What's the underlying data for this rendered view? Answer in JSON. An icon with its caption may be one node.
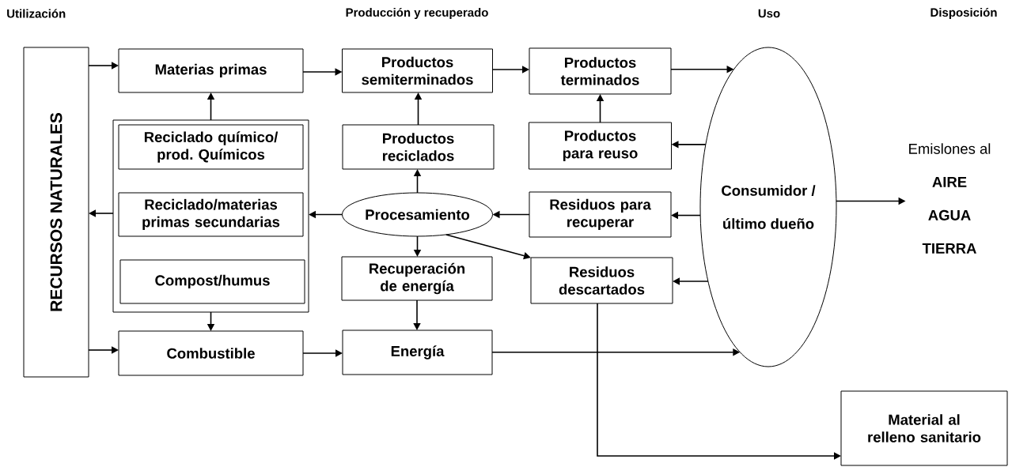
{
  "diagram": {
    "nodes": [
      {
        "text": [
          "RECURSOS NATURALES"
        ]
      },
      {
        "text": [
          "Materias primas"
        ]
      },
      {
        "text": [],
        "shape": "box"
      },
      {
        "text": [
          "Reciclado químico/ prod. Químicos"
        ],
        "in": 2
      },
      {
        "text": [
          "Reciclado/materias primas secundarias"
        ],
        "in": 2
      },
      {
        "text": [
          "Compost/humus"
        ],
        "in": 2
      },
      {
        "text": [
          "Combustible"
        ]
      },
      {
        "text": [
          "Productos semiterminados"
        ]
      },
      {
        "text": [
          "Productos reciclados"
        ]
      },
      {
        "text": [
          "Procesamiento"
        ]
      },
      {
        "text": [
          "Recuperación de energía"
        ]
      },
      {
        "text": [
          "Energía"
        ]
      },
      {
        "text": [
          "Productos terminados"
        ]
      },
      {
        "text": [
          "Productos para reuso"
        ]
      },
      {
        "text": [
          "Residuos para recuperar"
        ]
      },
      {
        "text": [
          "Residuos descartados"
        ]
      },
      {
        "text": [
          "Consumidor / último dueño"
        ]
      },
      {
        "text": [
          "Emislones al",
          "AIRE",
          "AGUA",
          "TIERRA"
        ]
      },
      {
        "text": [
          "Material al relleno sanitario"
        ]
      }
    ],
    "edges": [
      {
        "from": 0,
        "to": 1,
        "arrow": "to"
      },
      {
        "from": 0,
        "to": 6,
        "arrow": "to"
      },
      {
        "from": 1,
        "to": 7,
        "arrow": "to"
      },
      {
        "from": 7,
        "to": 12,
        "arrow": "to"
      },
      {
        "from": 12,
        "to": 16,
        "arrow": "to"
      },
      {
        "from": 2,
        "to": 1,
        "arrow": "to"
      },
      {
        "from": 2,
        "to": 0,
        "arrow": "to"
      },
      {
        "from": 2,
        "to": 6,
        "arrow": "to"
      },
      {
        "from": 9,
        "to": 2,
        "arrow": "to"
      },
      {
        "from": 9,
        "to": 8,
        "arrow": "to"
      },
      {
        "from": 8,
        "to": 7,
        "arrow": "to"
      },
      {
        "from": 9,
        "to": 10,
        "arrow": "to"
      },
      {
        "from": 10,
        "to": 11,
        "arrow": "to"
      },
      {
        "from": 9,
        "to": 15,
        "arrow": "to"
      },
      {
        "from": 6,
        "to": 11,
        "arrow": "to"
      },
      {
        "from": 13,
        "to": 12,
        "arrow": "to"
      },
      {
        "from": 14,
        "to": 9,
        "arrow": "to"
      },
      {
        "from": 16,
        "to": 13,
        "arrow": "to"
      },
      {
        "from": 16,
        "to": 14,
        "arrow": "to"
      },
      {
        "from": 16,
        "to": 15,
        "arrow": "to"
      },
      {
        "from": 11,
        "to": 16,
        "arrow": "to"
      },
      {
        "from": 16,
        "to": 17,
        "arrow": "to"
      },
      {
        "from": 15,
        "to": 18,
        "arrow": "to"
      }
    ],
    "labels": [
      "Utilización",
      "Producción y recuperado",
      "Uso",
      "Disposición"
    ]
  }
}
